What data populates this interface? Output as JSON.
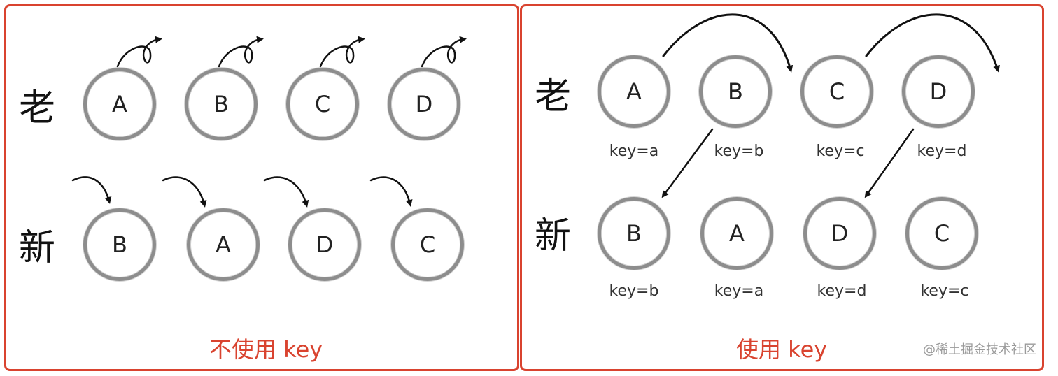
{
  "left": {
    "old_label": "老",
    "new_label": "新",
    "old_nodes": [
      "A",
      "B",
      "C",
      "D"
    ],
    "new_nodes": [
      "B",
      "A",
      "D",
      "C"
    ],
    "caption": "不使用 key"
  },
  "right": {
    "old_label": "老",
    "new_label": "新",
    "old_nodes": [
      "A",
      "B",
      "C",
      "D"
    ],
    "old_keys": [
      "key=a",
      "key=b",
      "key=c",
      "key=d"
    ],
    "new_nodes": [
      "B",
      "A",
      "D",
      "C"
    ],
    "new_keys": [
      "key=b",
      "key=a",
      "key=d",
      "key=c"
    ],
    "caption": "使用 key"
  },
  "watermark": "@稀土掘金技术社区",
  "colors": {
    "accent": "#d9432f",
    "circle": "#8d8d8d",
    "text": "#222222"
  }
}
